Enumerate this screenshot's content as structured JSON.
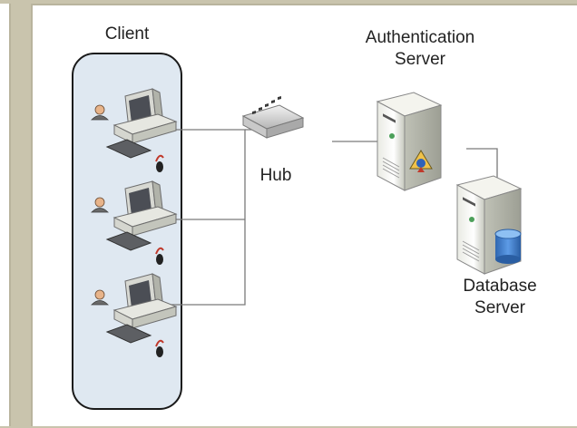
{
  "diagram": {
    "client_label": "Client",
    "hub_label": "Hub",
    "auth_server_label_line1": "Authentication",
    "auth_server_label_line2": "Server",
    "db_server_label_line1": "Database",
    "db_server_label_line2": "Server"
  },
  "colors": {
    "page_background": "#c9c4ad",
    "panel_border": "#b9b49d",
    "client_group_fill": "#dfe8f1",
    "connector_line": "#7a7a7a",
    "database_cylinder": "#3d7fd0"
  },
  "icons": [
    "workstation-icon",
    "user-icon",
    "keyboard-icon",
    "mouse-icon",
    "hub-icon",
    "server-icon",
    "certificate-icon",
    "database-icon"
  ]
}
